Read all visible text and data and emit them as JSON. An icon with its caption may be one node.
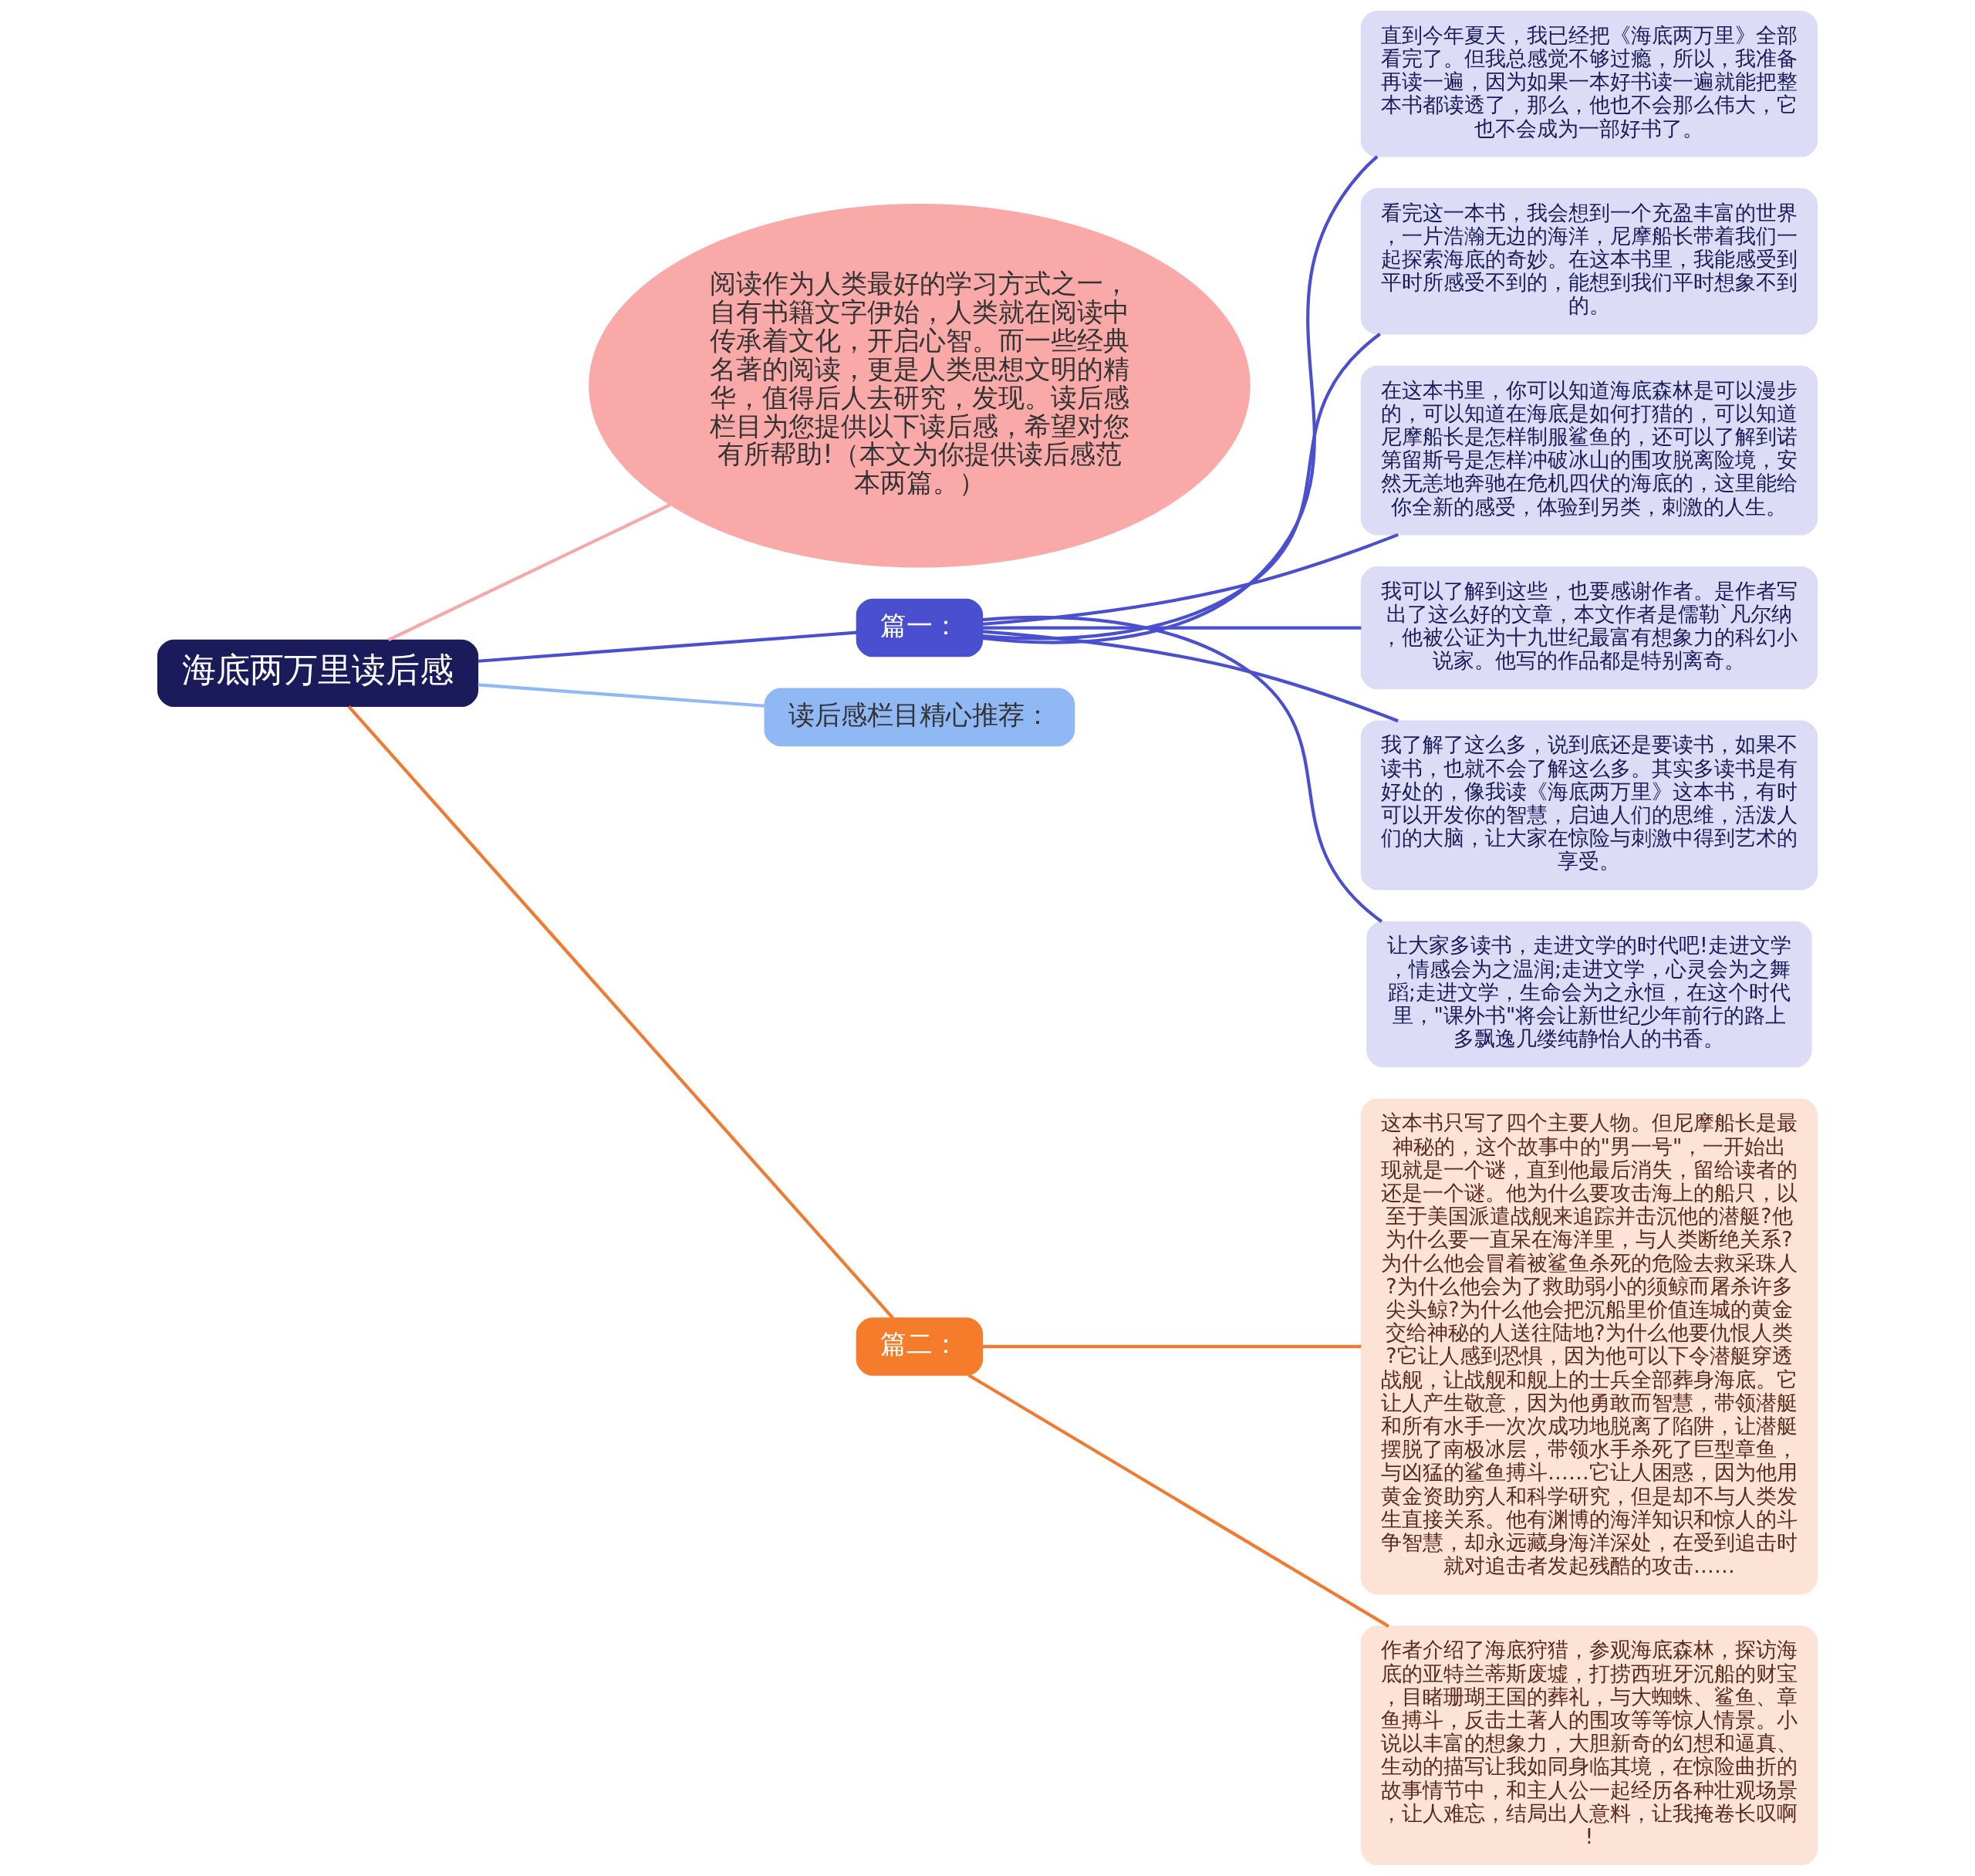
{
  "diagram": {
    "nodes": [
      {
        "text": [
          "海底两万里读后感"
        ]
      },
      {
        "text": [
          "阅读作为人类最好的学习方式之一，自有书籍文字伊始，人类就在阅读中传承着文化，开启心智。而一些经典名著的阅读，更是人类思想文明的精华，值得后人去研究，发现。读后感栏目为您提供以下读后感，希望对您有所帮助!（本文为你提供读后感范本两篇。）"
        ]
      },
      {
        "text": [
          "篇一："
        ]
      },
      {
        "text": [
          "直到今年夏天，我已经把《海底两万里》全部看完了。但我总感觉不够过瘾，所以，我准备再读一遍，因为如果一本好书读一遍就能把整本书都读透了，那么，他也不会那么伟大，它也不会成为一部好书了。"
        ]
      },
      {
        "text": [
          "看完这一本书，我会想到一个充盈丰富的世界，一片浩瀚无边的海洋，尼摩船长带着我们一起探索海底的奇妙。在这本书里，我能感受到平时所感受不到的，能想到我们平时想象不到的。"
        ]
      },
      {
        "text": [
          "在这本书里，你可以知道海底森林是可以漫步的，可以知道在海底是如何打猎的，可以知道尼摩船长是怎样制服鲨鱼的，还可以了解到诺第留斯号是怎样冲破冰山的围攻脱离险境，安然无恙地奔驰在危机四伏的海底的，这里能给你全新的感受，体验到另类，刺激的人生。"
        ]
      },
      {
        "text": [
          "我可以了解到这些，也要感谢作者。是作者写出了这么好的文章，本文作者是儒勒`凡尔纳，他被公证为十九世纪最富有想象力的科幻小说家。他写的作品都是特别离奇。"
        ]
      },
      {
        "text": [
          "我了解了这么多，说到底还是要读书，如果不读书，也就不会了解这么多。其实多读书是有好处的，像我读《海底两万里》这本书，有时可以开发你的智慧，启迪人们的思维，活泼人们的大脑，让大家在惊险与刺激中得到艺术的享受。"
        ]
      },
      {
        "text": [
          "让大家多读书，走进文学的时代吧!走进文学，情感会为之温润;走进文学，心灵会为之舞蹈;走进文学，生命会为之永恒，在这个时代里，\"课外书\"将会让新世纪少年前行的路上多飘逸几缕纯静怡人的书香。"
        ]
      },
      {
        "text": [
          "读后感栏目精心推荐："
        ]
      },
      {
        "text": [
          "篇二："
        ]
      },
      {
        "text": [
          "这本书只写了四个主要人物。但尼摩船长是最神秘的，这个故事中的\"男一号\"，一开始出现就是一个谜，直到他最后消失，留给读者的还是一个谜。他为什么要攻击海上的船只，以至于美国派遣战舰来追踪并击沉他的潜艇?他为什么要一直呆在海洋里，与人类断绝关系?为什么他会冒着被鲨鱼杀死的危险去救采珠人?为什么他会为了救助弱小的须鲸而屠杀许多尖头鲸?为什么他会把沉船里价值连城的黄金交给神秘的人送往陆地?为什么他要仇恨人类?它让人感到恐惧，因为他可以下令潜艇穿透战舰，让战舰和舰上的士兵全部葬身海底。它让人产生敬意，因为他勇敢而智慧，带领潜艇和所有水手一次次成功地脱离了陷阱，让潜艇摆脱了南极冰层，带领水手杀死了巨型章鱼，与凶猛的鲨鱼搏斗……它让人困惑，因为他用黄金资助穷人和科学研究，但是却不与人类发生直接关系。他有渊博的海洋知识和惊人的斗争智慧，却永远藏身海洋深处，在受到追击时就对追击者发起残酷的攻击……"
        ]
      },
      {
        "text": [
          "作者介绍了海底狩猎，参观海底森林，探访海底的亚特兰蒂斯废墟，打捞西班牙沉船的财宝，目睹珊瑚王国的葬礼，与大蜘蛛、鲨鱼、章鱼搏斗，反击土著人的围攻等等惊人情景。小说以丰富的想象力，大胆新奇的幻想和逼真、生动的描写让我如同身临其境，在惊险曲折的故事情节中，和主人公一起经历各种壮观场景，让人难忘，结局出人意料，让我掩卷长叹啊!"
        ]
      }
    ],
    "edges": [
      {
        "from": 0,
        "to": 1,
        "arrow": "none",
        "color": "#f4a8a8"
      },
      {
        "from": 0,
        "to": 2,
        "arrow": "none",
        "color": "#4a4fcf"
      },
      {
        "from": 2,
        "to": 3,
        "arrow": "none",
        "color": "#4a4fcf"
      },
      {
        "from": 2,
        "to": 4,
        "arrow": "none",
        "color": "#4a4fcf"
      },
      {
        "from": 2,
        "to": 5,
        "arrow": "none",
        "color": "#4a4fcf"
      },
      {
        "from": 2,
        "to": 6,
        "arrow": "none",
        "color": "#4a4fcf"
      },
      {
        "from": 2,
        "to": 7,
        "arrow": "none",
        "color": "#4a4fcf"
      },
      {
        "from": 2,
        "to": 8,
        "arrow": "none",
        "color": "#4a4fcf"
      },
      {
        "from": 0,
        "to": 9,
        "arrow": "none",
        "color": "#8fb8f5"
      },
      {
        "from": 0,
        "to": 10,
        "arrow": "none",
        "color": "#f07a30"
      },
      {
        "from": 10,
        "to": 11,
        "arrow": "none",
        "color": "#f07a30"
      },
      {
        "from": 10,
        "to": 12,
        "arrow": "none",
        "color": "#f07a30"
      }
    ]
  }
}
